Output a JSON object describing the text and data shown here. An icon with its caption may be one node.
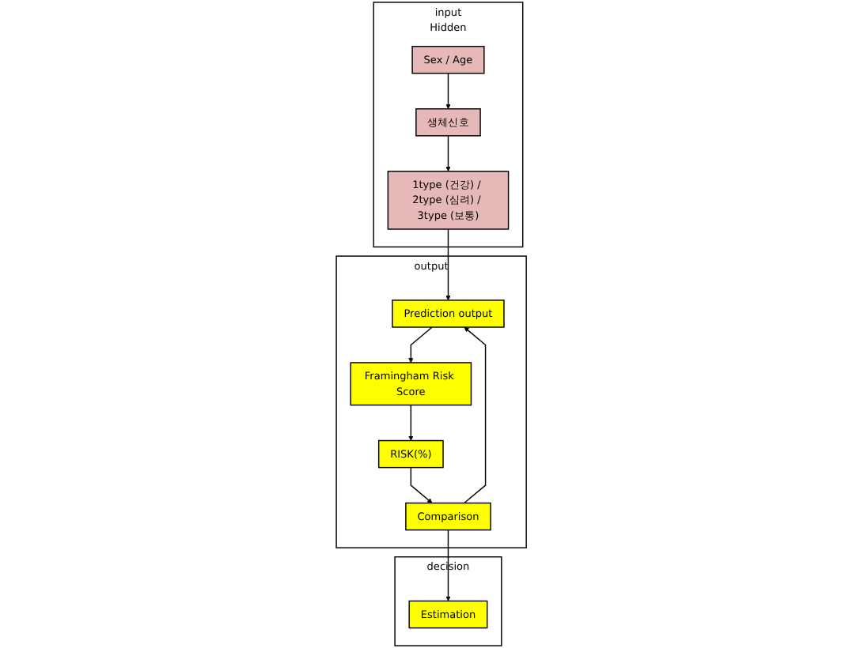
{
  "diagram": {
    "nodes": [
      {
        "text": [
          "decision"
        ]
      },
      {
        "text": [
          "Estimation"
        ],
        "in": 0
      },
      {
        "text": [
          "input",
          "Hidden"
        ]
      },
      {
        "text": [
          "Sex / Age"
        ],
        "in": 2
      },
      {
        "text": [
          "생체신호"
        ],
        "in": 2
      },
      {
        "text": [
          "1type (건강) / 2type (심려) / 3type (보통)"
        ],
        "in": 2
      },
      {
        "text": [
          "output"
        ]
      },
      {
        "text": [
          "Prediction output"
        ],
        "in": 6
      },
      {
        "text": [
          "Comparison"
        ],
        "in": 6
      },
      {
        "text": [
          "Framingham Risk Score"
        ],
        "in": 6
      },
      {
        "text": [
          "RISK(%)"
        ],
        "in": 6
      }
    ],
    "edges": [
      {
        "from": 3,
        "to": 4,
        "arrow": "to"
      },
      {
        "from": 4,
        "to": 5,
        "arrow": "to"
      },
      {
        "from": 5,
        "to": 7,
        "arrow": "to"
      },
      {
        "from": 7,
        "to": 9,
        "arrow": "to"
      },
      {
        "from": 9,
        "to": 10,
        "arrow": "to"
      },
      {
        "from": 10,
        "to": 8,
        "arrow": "to"
      },
      {
        "from": 8,
        "to": 7,
        "arrow": "to"
      },
      {
        "from": 8,
        "to": 1,
        "arrow": "to"
      }
    ]
  }
}
